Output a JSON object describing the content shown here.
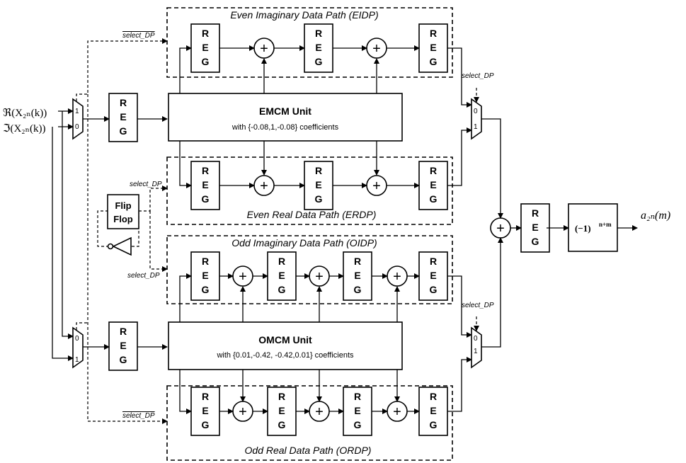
{
  "paths": {
    "eidp": "Even Imaginary Data Path (EIDP)",
    "erdp": "Even Real Data Path (ERDP)",
    "oidp": "Odd Imaginary Data Path (OIDP)",
    "ordp": "Odd Real Data Path (ORDP)"
  },
  "units": {
    "emcm_title": "EMCM Unit",
    "emcm_coeffs": "with {-0.08,1,-0.08} coefficients",
    "omcm_title": "OMCM  Unit",
    "omcm_coeffs": "with {0.01,-0.42, -0.42,0.01}  coefficients"
  },
  "reg_letters": [
    "R",
    "E",
    "G"
  ],
  "signals": {
    "select_dp": "select_DP",
    "select_dp_bar": "select_DP",
    "real_input": "ℜ(X₂ₙ(k))",
    "imag_input": "ℑ(X₂ₙ(k))",
    "output": "a₂ₙ(m)",
    "sign_base": "(−1)",
    "sign_exp": "n+m"
  },
  "flipflop": {
    "line1": "Flip",
    "line2": "Flop"
  },
  "mux_labels": {
    "one": "1",
    "zero": "0"
  },
  "adder_symbol": "+"
}
